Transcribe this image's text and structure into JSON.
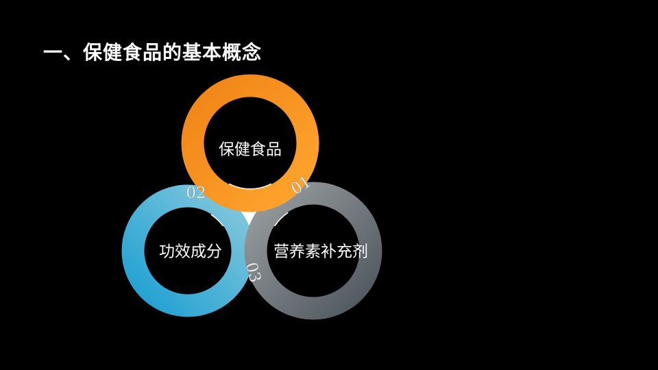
{
  "title": "一、保健食品的基本概念",
  "diagram": {
    "nodes": [
      {
        "number": "01",
        "label": "保健食品",
        "color": "#f7941d"
      },
      {
        "number": "02",
        "label": "功效成分",
        "color": "#2aa4cf"
      },
      {
        "number": "03",
        "label": "营养素补充剂",
        "color": "#707a80"
      }
    ]
  }
}
